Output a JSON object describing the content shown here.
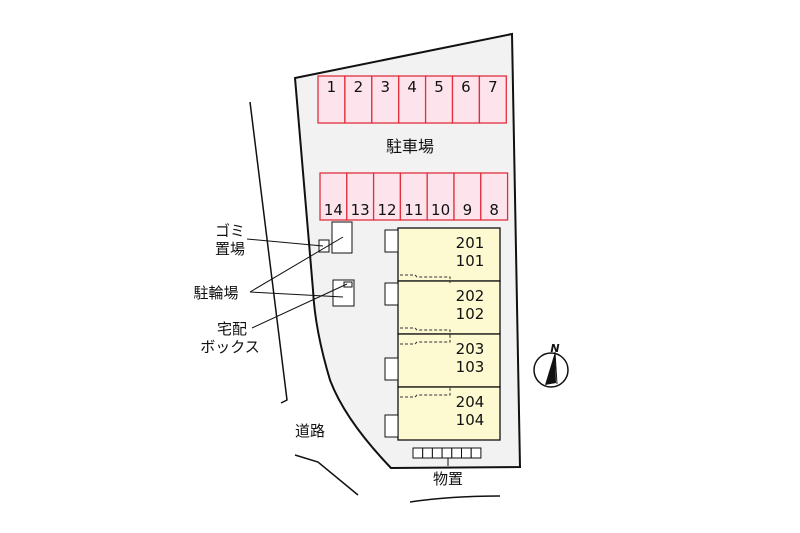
{
  "parking": {
    "label": "駐車場",
    "top_row": [
      "1",
      "2",
      "3",
      "4",
      "5",
      "6",
      "7"
    ],
    "bottom_row": [
      "14",
      "13",
      "12",
      "11",
      "10",
      "9",
      "8"
    ]
  },
  "units": [
    {
      "upper": "201",
      "lower": "101"
    },
    {
      "upper": "202",
      "lower": "102"
    },
    {
      "upper": "203",
      "lower": "103"
    },
    {
      "upper": "204",
      "lower": "104"
    }
  ],
  "labels": {
    "garbage_line1": "ゴミ",
    "garbage_line2": "置場",
    "bicycle": "駐輪場",
    "delivery_line1": "宅配",
    "delivery_line2": "ボックス",
    "road": "道路",
    "storage": "物置",
    "north": "N"
  },
  "colors": {
    "parking_fill": "#fde4ec",
    "parking_stroke": "#e0303c",
    "building_fill": "#fdfad2",
    "lot_fill": "#f2f2f2"
  }
}
